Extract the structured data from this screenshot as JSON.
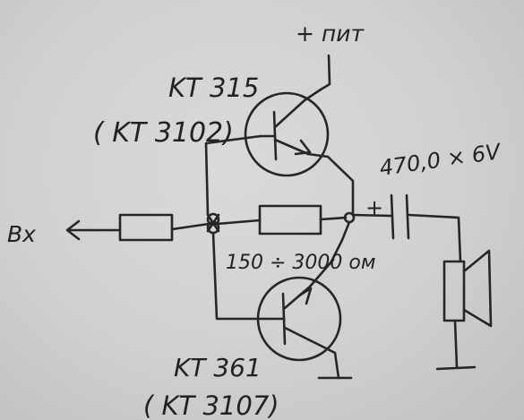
{
  "diagram": {
    "labels": {
      "supply": "+ пит",
      "q1_type": "KT 315",
      "q1_alt": "( KT 3102)",
      "cap": "470,0 × 6V",
      "cap_polarity": "+",
      "input": "Вх",
      "resistor": "150 ÷ 3000 ом",
      "q2_type": "KT 361",
      "q2_alt": "( KT 3107)"
    },
    "colors": {
      "paper": "#d3d1cf",
      "ink": "#262626"
    }
  }
}
